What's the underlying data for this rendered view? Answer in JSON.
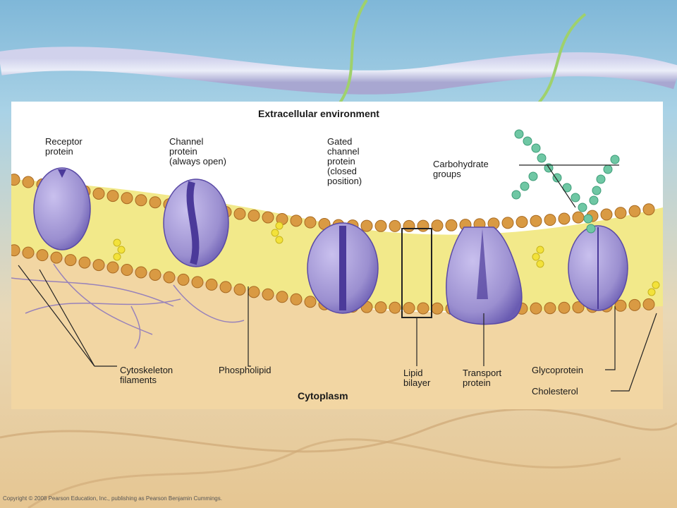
{
  "diagram": {
    "title_top": "Extracellular environment",
    "title_bottom": "Cytoplasm",
    "labels": {
      "receptor_protein": "Receptor\nprotein",
      "channel_protein": "Channel\nprotein\n(always open)",
      "gated_channel_protein": "Gated\nchannel\nprotein\n(closed\nposition)",
      "carbohydrate_groups": "Carbohydrate\ngroups",
      "cytoskeleton_filaments": "Cytoskeleton\nfilaments",
      "phospholipid": "Phospholipid",
      "lipid_bilayer": "Lipid\nbilayer",
      "transport_protein": "Transport\nprotein",
      "glycoprotein": "Glycoprotein",
      "cholesterol": "Cholesterol"
    },
    "colors": {
      "protein": "#9b8fd0",
      "protein_dark": "#4b3a9a",
      "lipid_head": "#d99a43",
      "lipid_tail": "#f2e98a",
      "carbohydrate": "#6fc7a4",
      "cholesterol": "#f3e23a",
      "cytoplasm": "#f2d6a3"
    }
  },
  "footer": {
    "copyright": "Copyright © 2008 Pearson Education, Inc., publishing as Pearson Benjamin Cummings."
  }
}
